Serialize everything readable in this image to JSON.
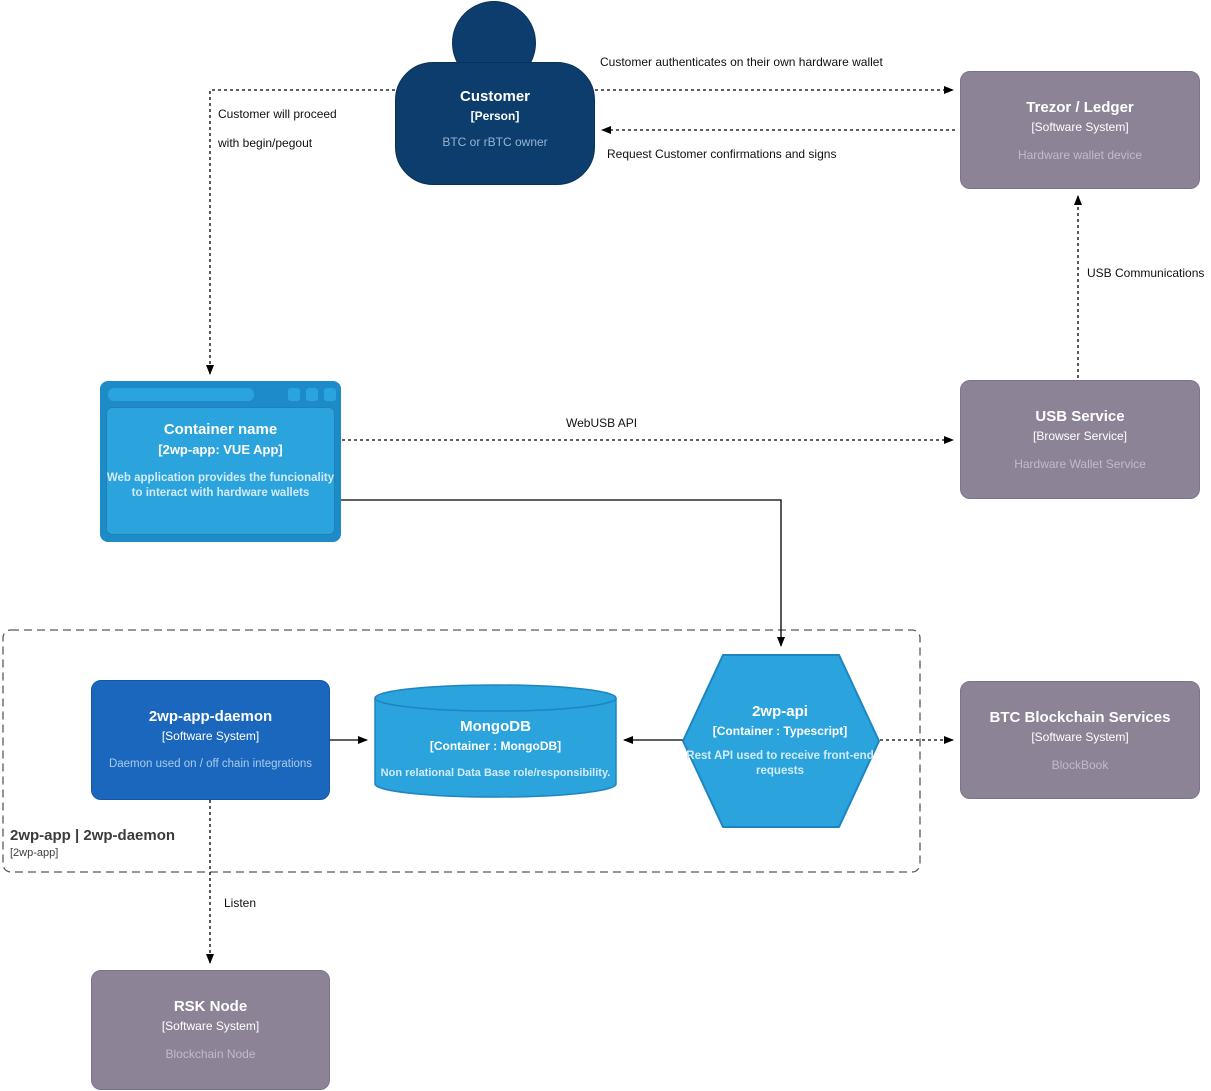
{
  "diagram": {
    "nodes": {
      "customer": {
        "title": "Customer",
        "subtitle": "[Person]",
        "description": "BTC or rBTC owner"
      },
      "trezor": {
        "title": "Trezor / Ledger",
        "subtitle": "[Software System]",
        "description": "Hardware wallet device"
      },
      "webapp": {
        "title": "Container name",
        "subtitle": "[2wp-app: VUE App]",
        "description": "Web application provides the funcionality to interact with hardware wallets"
      },
      "usb_service": {
        "title": "USB Service",
        "subtitle": "[Browser Service]",
        "description": "Hardware Wallet Service"
      },
      "daemon": {
        "title": "2wp-app-daemon",
        "subtitle": "[Software System]",
        "description": "Daemon used on / off chain integrations"
      },
      "mongodb": {
        "title": "MongoDB",
        "subtitle": "[Container : MongoDB]",
        "description": "Non relational Data Base role/responsibility."
      },
      "api": {
        "title": "2wp-api",
        "subtitle": "[Container : Typescript]",
        "description": "Rest API used to receive front-end requests"
      },
      "btc": {
        "title": "BTC Blockchain Services",
        "subtitle": "[Software System]",
        "description": "BlockBook"
      },
      "rsk": {
        "title": "RSK Node",
        "subtitle": "[Software System]",
        "description": "Blockchain Node"
      }
    },
    "boundary": {
      "title": "2wp-app | 2wp-daemon",
      "subtitle": "[2wp-app]"
    },
    "edge_labels": {
      "authenticate": "Customer authenticates on their own hardware wallet",
      "request_confirm": "Request Customer confirmations and signs",
      "proceed_line1": "Customer will proceed",
      "proceed_line2": "with begin/pegout",
      "webusb": "WebUSB API",
      "usb_comm": "USB Communications",
      "listen": "Listen"
    },
    "colors": {
      "person_fill": "#0d3d6c",
      "external_fill": "#8c8496",
      "daemon_fill": "#1b67bd",
      "container_fill": "#2ba3dc",
      "browser_frame_fill": "#1e8bc9",
      "shape_stroke": "#1d85c2",
      "edge_color": "#000000"
    }
  }
}
